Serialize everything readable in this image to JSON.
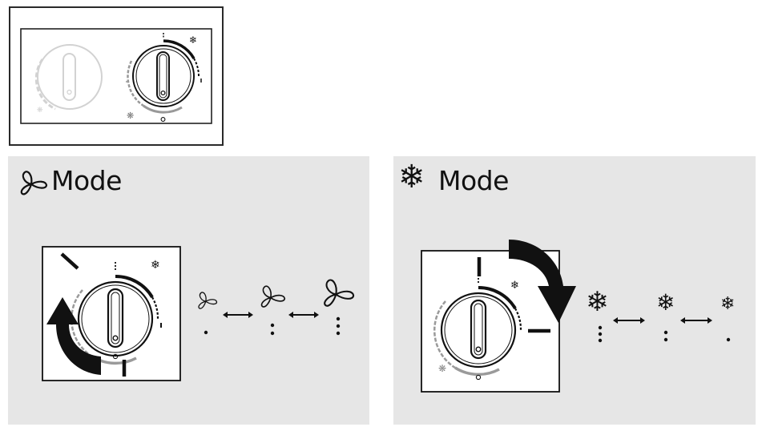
{
  "panels": {
    "fan": {
      "title": "Mode",
      "icon": "fan-icon"
    },
    "cool": {
      "title": "Mode",
      "icon": "snowflake-icon"
    }
  },
  "fan_sequence": [
    "fan-low",
    "fan-medium",
    "fan-high"
  ],
  "cool_sequence": [
    "cool-high",
    "cool-medium",
    "cool-low"
  ],
  "colors": {
    "panel_bg": "#e6e6e6",
    "ink": "#111111",
    "ring_gray": "#9a9a9a",
    "faded": "#cfcfcf"
  }
}
